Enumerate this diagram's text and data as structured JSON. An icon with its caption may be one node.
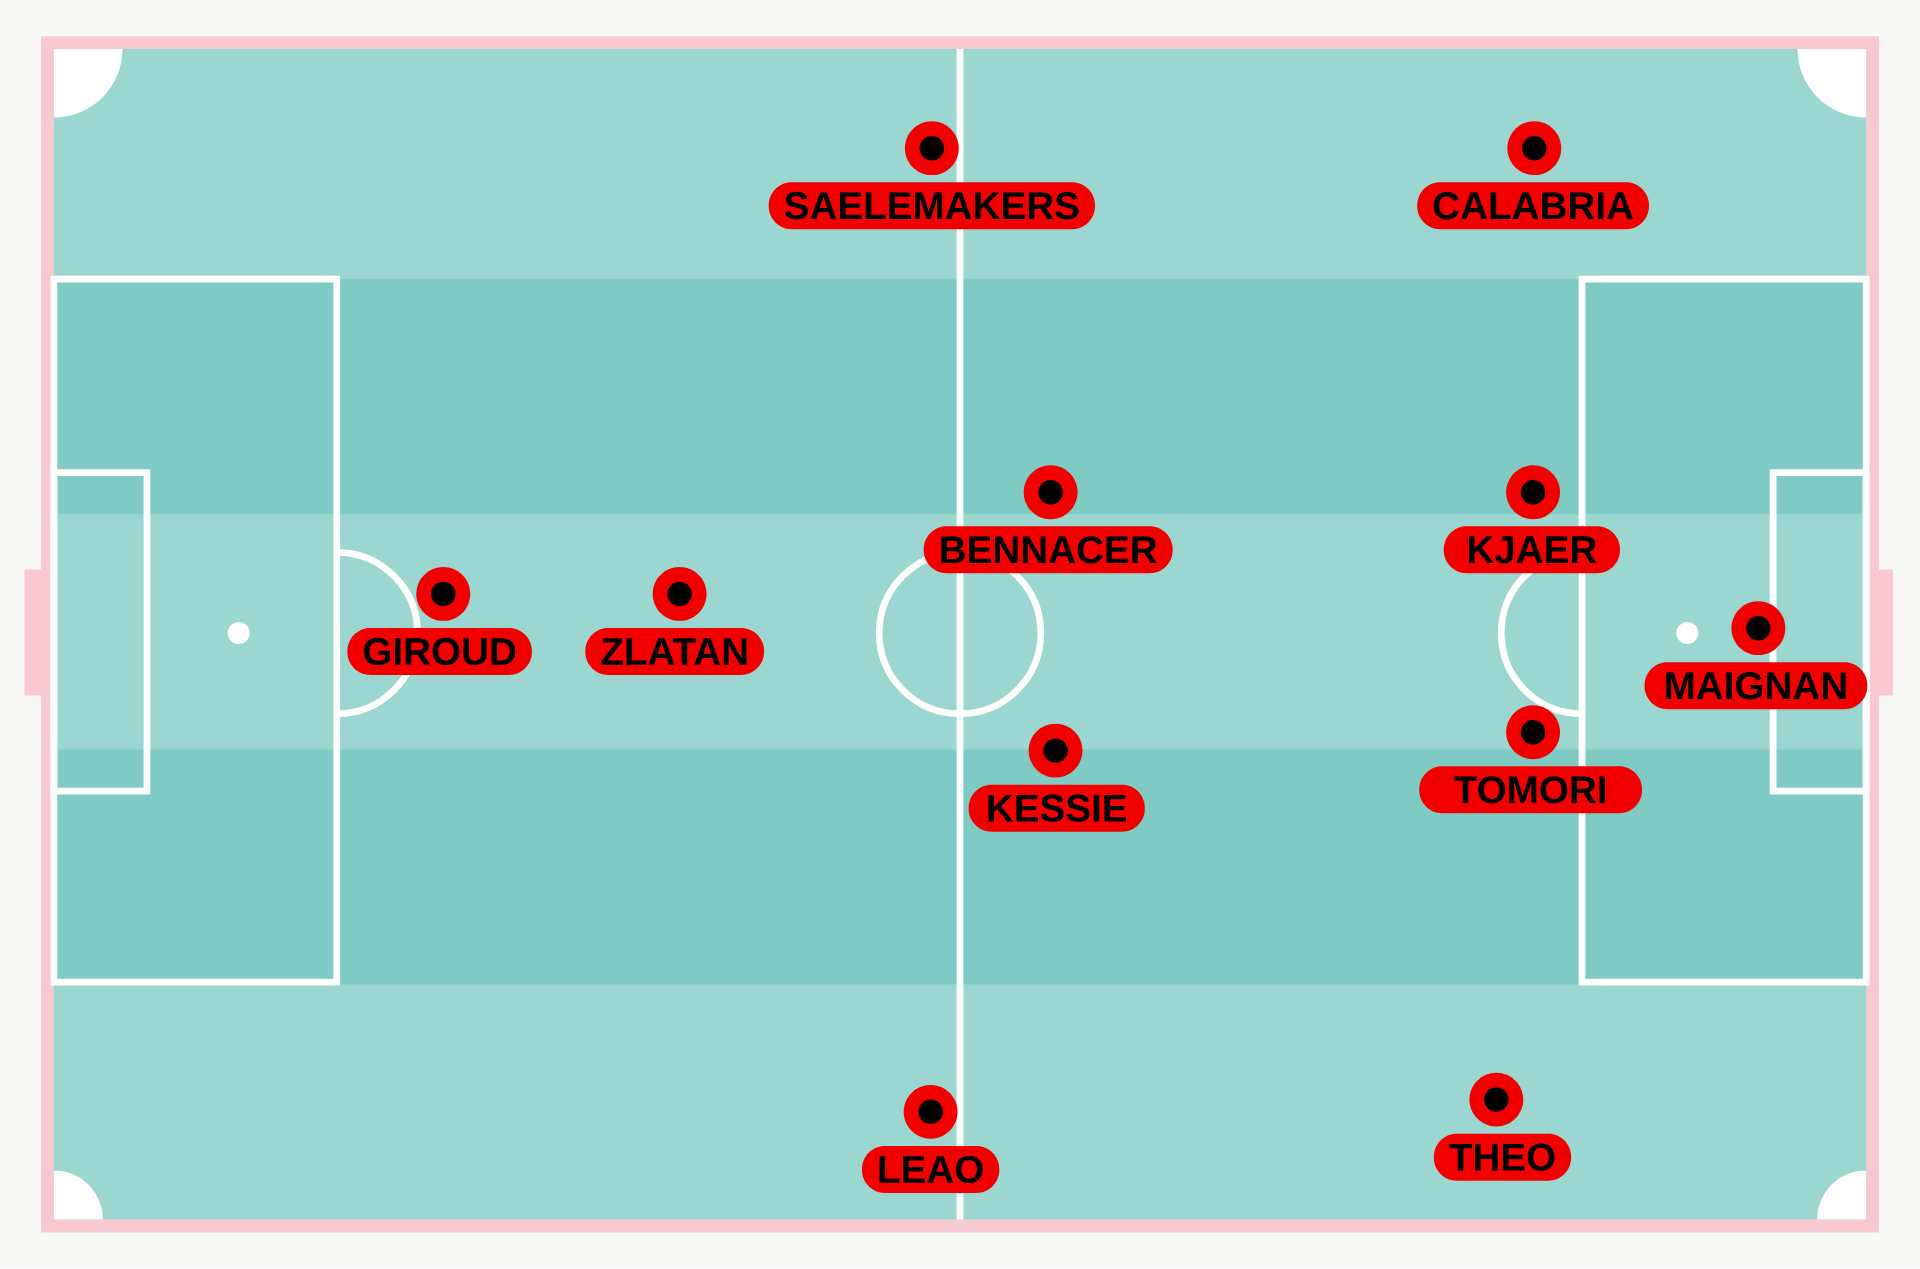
{
  "diagram": {
    "nodes": [
      {
        "text": [
          "SAELEMAKERS"
        ]
      },
      {
        "text": [
          "CALABRIA"
        ]
      },
      {
        "text": [
          "BENNACER"
        ]
      },
      {
        "text": [
          "KJAER"
        ]
      },
      {
        "text": [
          "GIROUD"
        ]
      },
      {
        "text": [
          "ZLATAN"
        ]
      },
      {
        "text": [
          "MAIGNAN"
        ]
      },
      {
        "text": [
          "KESSIE"
        ]
      },
      {
        "text": [
          "TOMORI"
        ]
      },
      {
        "text": [
          "LEAO"
        ]
      },
      {
        "text": [
          "THEO"
        ]
      }
    ]
  }
}
